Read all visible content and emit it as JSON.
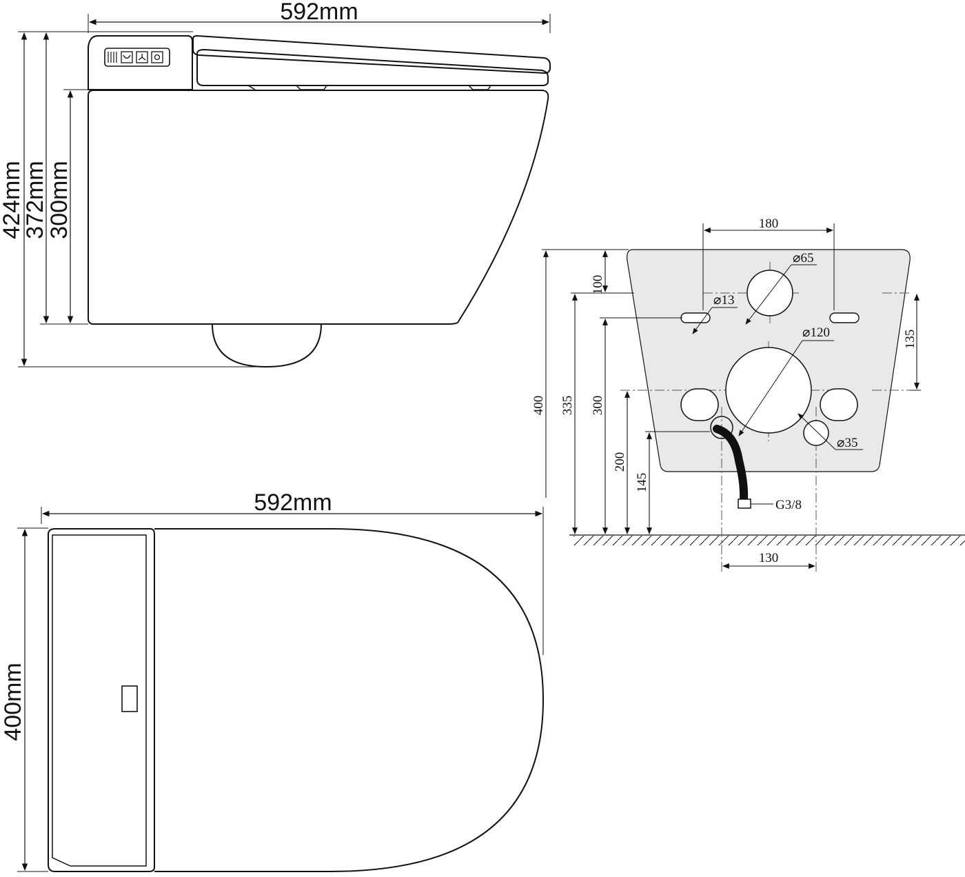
{
  "side_view": {
    "width_label": "592mm",
    "height_total_label": "424mm",
    "height_seat_label": "372mm",
    "height_bowl_label": "300mm"
  },
  "top_view": {
    "width_label": "592mm",
    "depth_label": "400mm"
  },
  "installation": {
    "bolt_spacing": "180",
    "small_hole_dia": "⌀65",
    "bolt_hole_dia": "⌀13",
    "outlet_dia": "⌀120",
    "water_dia": "⌀35",
    "right_offset": "135",
    "plate_height": "400",
    "bolt_height": "335",
    "bolt_to_top": "100",
    "outlet_height": "300",
    "outlet_center_height": "200",
    "water_height": "145",
    "inlet_spacing": "130",
    "inlet_thread": "G3/8"
  },
  "colors": {
    "line": "#111111",
    "plate_fill": "#e9e9ea"
  },
  "icons": [
    "bidet-icon",
    "fan-icon",
    "spray-icon"
  ]
}
